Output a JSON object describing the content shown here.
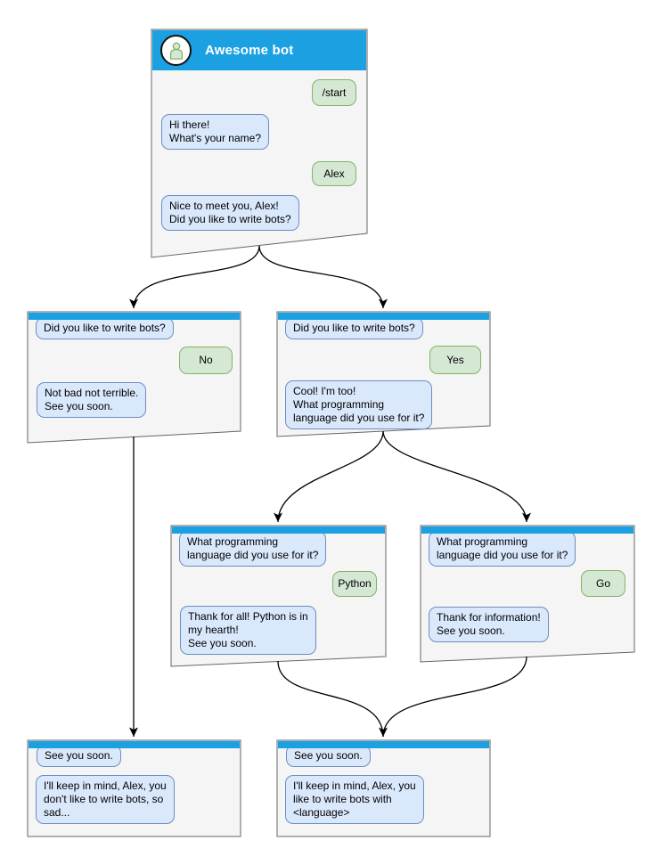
{
  "colors": {
    "header_blue": "#1ba1e2",
    "card_background": "#f5f5f5",
    "card_border": "#666666",
    "bot_bubble_fill": "#dae8fc",
    "bot_bubble_border": "#6c8ebf",
    "user_bubble_fill": "#d5e8d4",
    "user_bubble_border": "#82b366",
    "connector": "#000000"
  },
  "root": {
    "title": "Awesome bot",
    "avatar_icon": "person-icon",
    "messages": {
      "start_command": "/start",
      "greeting": "Hi there!\nWhat's your name?",
      "name_reply": "Alex",
      "meet_question": "Nice to meet you, Alex!\nDid you like to write bots?"
    }
  },
  "no_branch": {
    "question": "Did you like to write bots?",
    "answer": "No",
    "response": "Not bad not terrible.\nSee you soon."
  },
  "yes_branch": {
    "question": "Did you like to write bots?",
    "answer": "Yes",
    "response": "Cool! I'm too!\nWhat programming\nlanguage did you use for it?"
  },
  "python_branch": {
    "question": "What programming\nlanguage did you use for it?",
    "answer": "Python",
    "response": "Thank for all! Python is in\nmy hearth!\nSee you soon."
  },
  "go_branch": {
    "question": "What programming\nlanguage did you use for it?",
    "answer": "Go",
    "response": "Thank for information!\nSee you soon."
  },
  "farewell_no": {
    "question": "See you soon.",
    "response": "I'll keep in mind, Alex, you\ndon't like to write bots, so\nsad..."
  },
  "farewell_yes": {
    "question": "See you soon.",
    "response": "I'll keep in mind, Alex, you\nlike to write bots with\n<language>"
  }
}
